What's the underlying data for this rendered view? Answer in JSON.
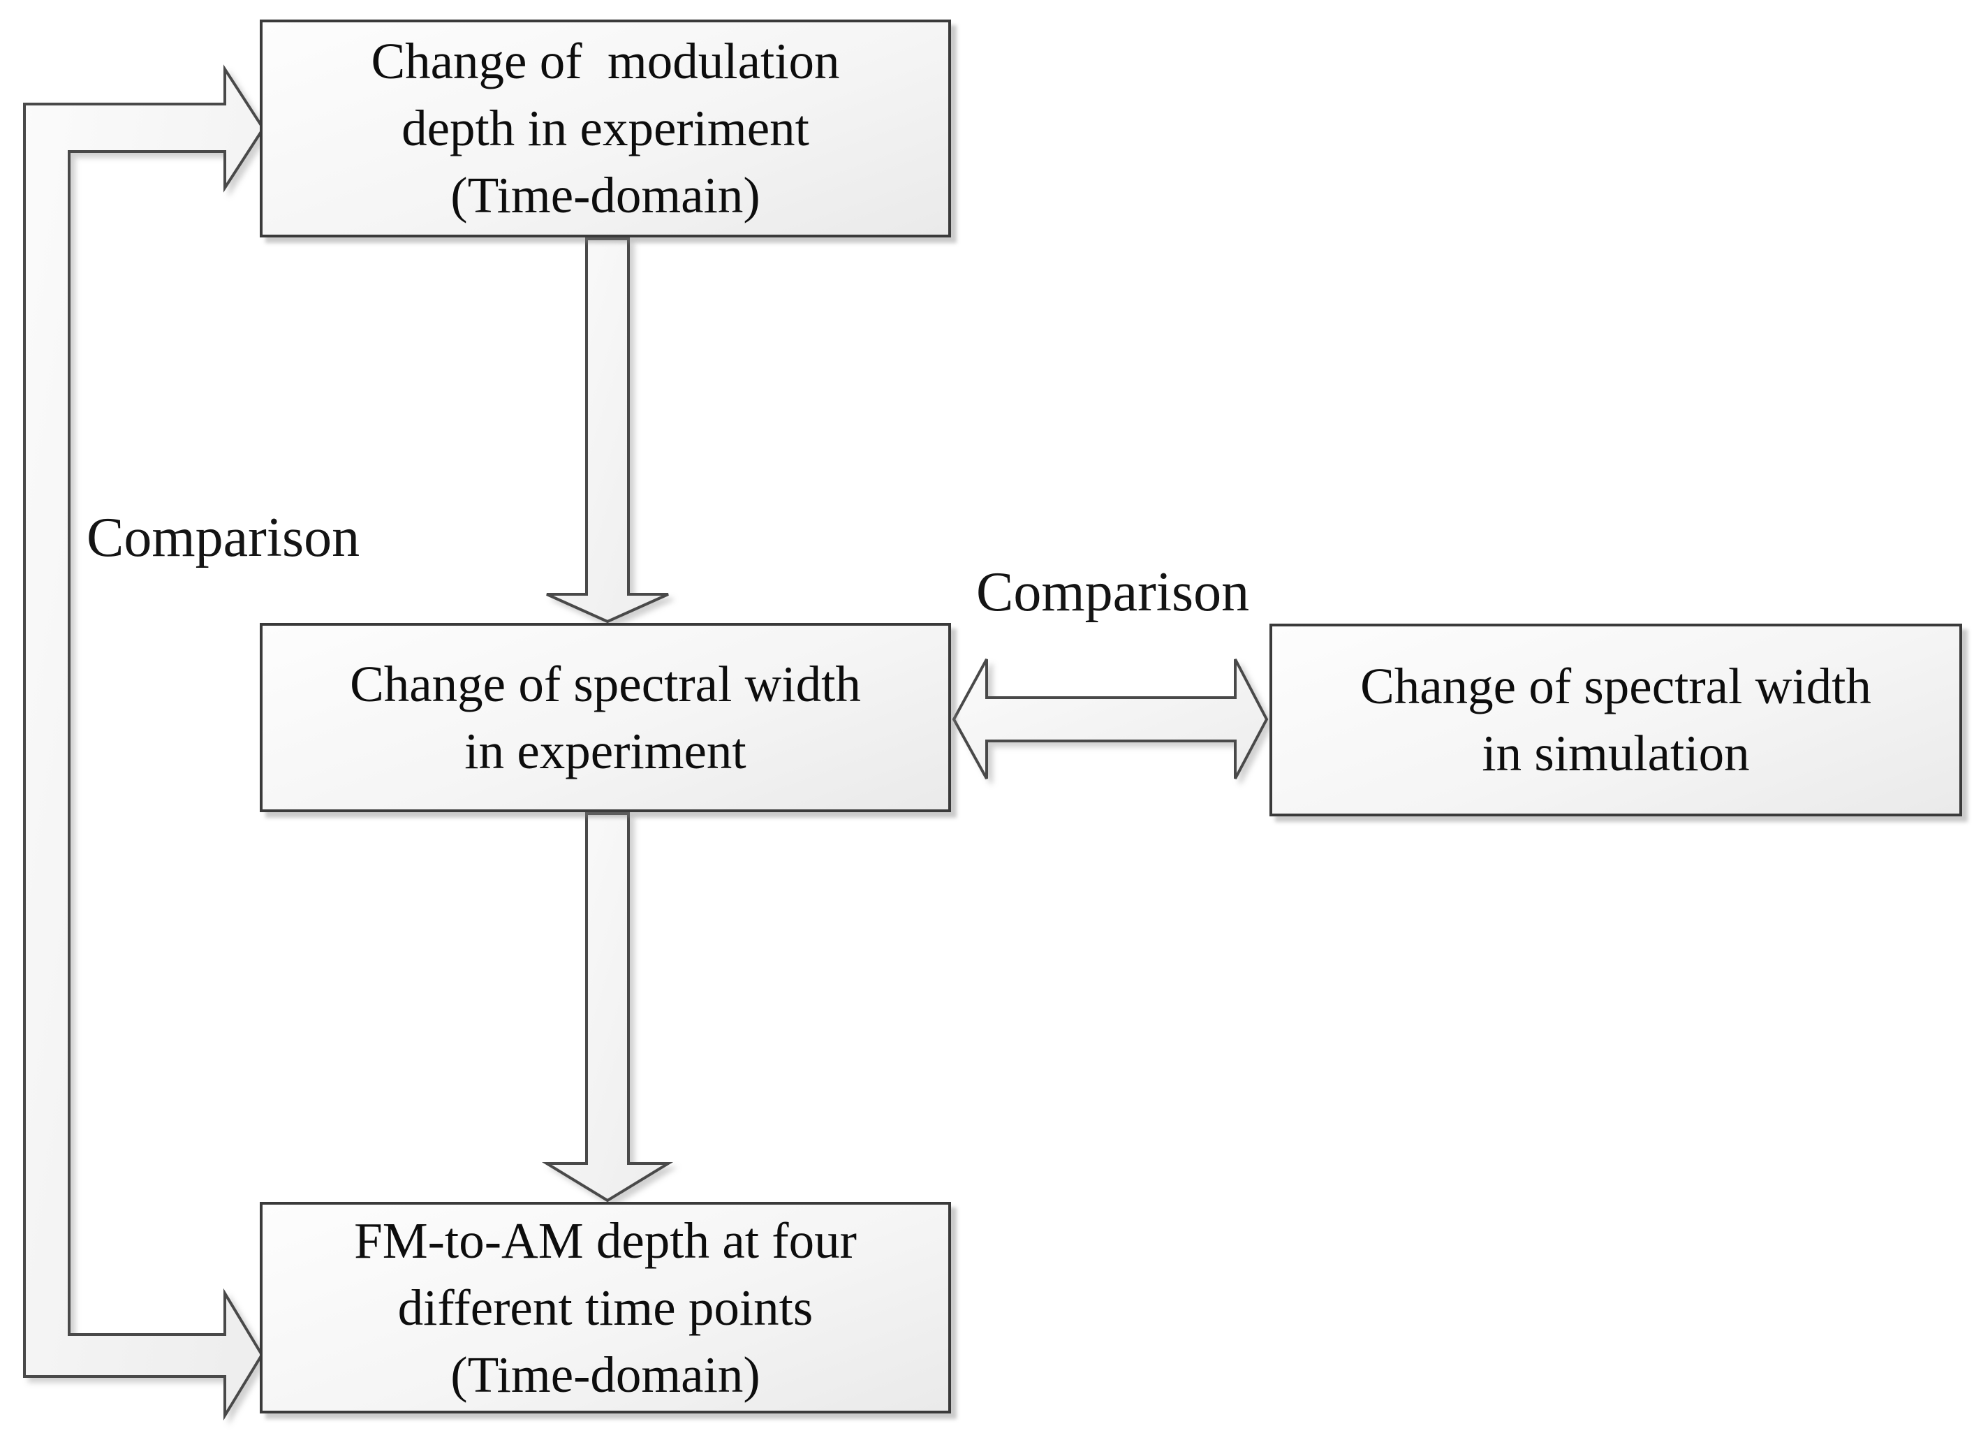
{
  "boxes": {
    "top": {
      "line1": "Change of  modulation",
      "line2": "depth in experiment",
      "line3": "(Time-domain)"
    },
    "experiment": {
      "line1": "Change of spectral width",
      "line2": "in experiment"
    },
    "simulation": {
      "line1": "Change of spectral width",
      "line2": "in simulation"
    },
    "bottom": {
      "line1": "FM-to-AM depth at four",
      "line2": "different time points",
      "line3": "(Time-domain)"
    }
  },
  "labels": {
    "left_comparison": "Comparison",
    "right_comparison": "Comparison"
  },
  "colors": {
    "background": "#ffffff",
    "box_border": "#3a3a3a",
    "box_fill_light": "#fdfdfd",
    "box_fill_dark": "#eaeaea",
    "arrow_outline": "#4a4a4a",
    "arrow_fill": "#f5f5f5",
    "text": "#0d0d0d",
    "shadow": "#9a9a9a"
  }
}
